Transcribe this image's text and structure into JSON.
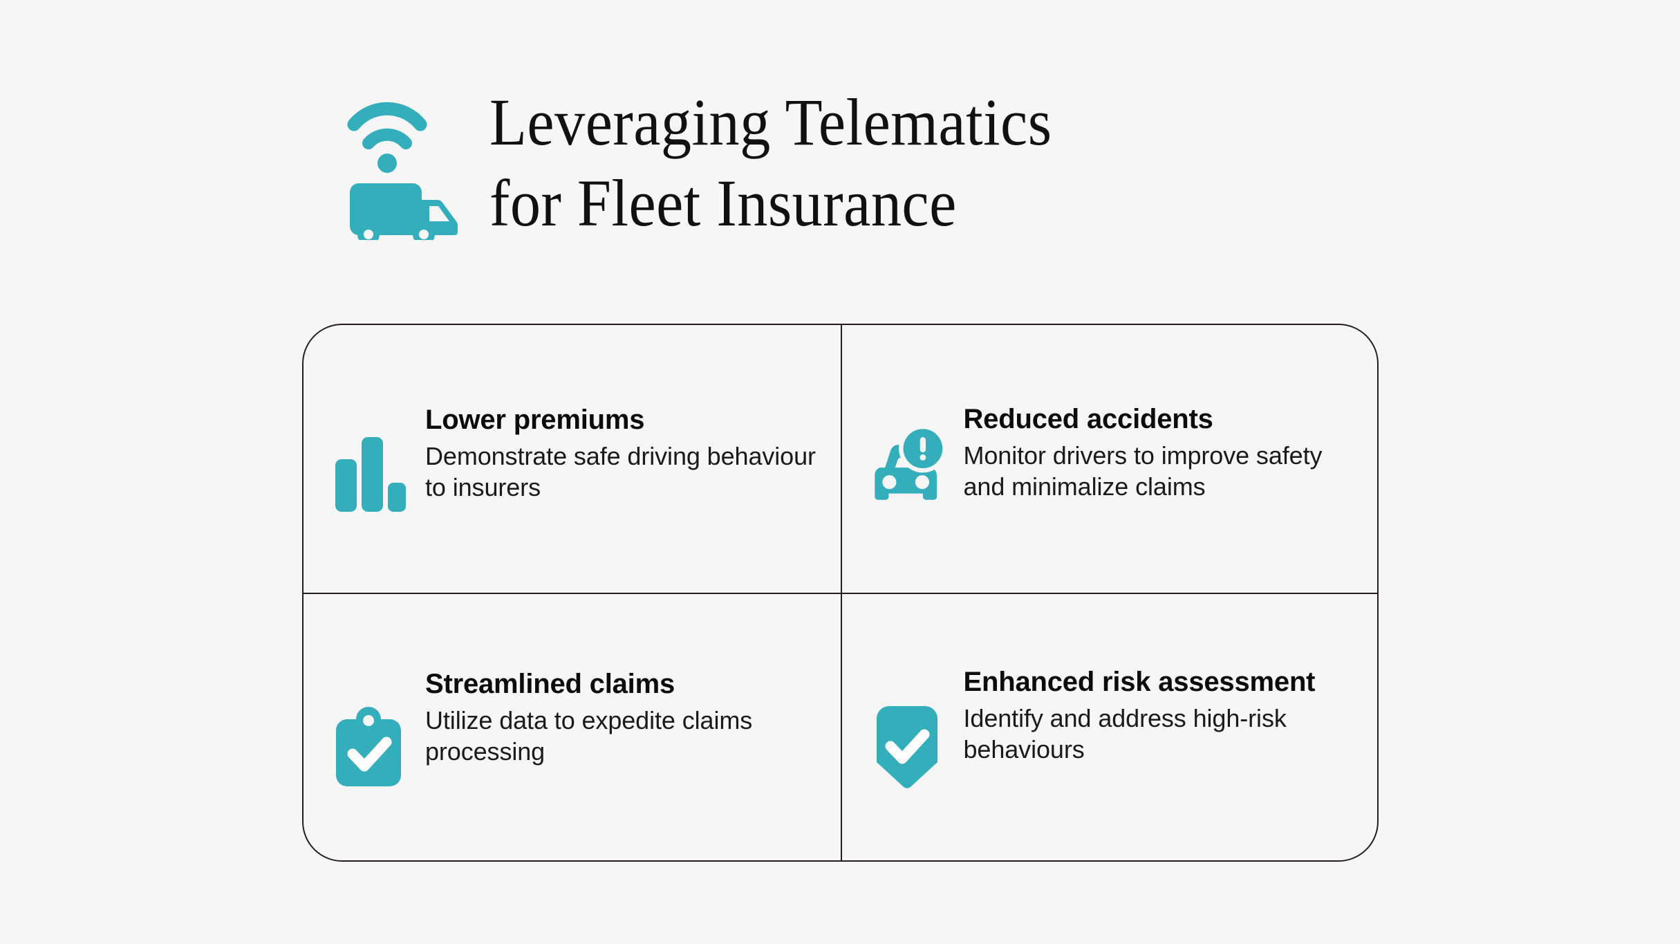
{
  "theme": {
    "background": "#f6f6f6",
    "accent": "#35aebb",
    "border": "#231f20",
    "title_color": "#111111",
    "text_color": "#1a1a1a"
  },
  "header": {
    "icon": "connected-truck-icon",
    "title_line1": "Leveraging Telematics",
    "title_line2": "for Fleet Insurance"
  },
  "cards": [
    {
      "icon": "bar-chart-icon",
      "title": "Lower premiums",
      "description": "Demonstrate safe driving behaviour to insurers"
    },
    {
      "icon": "car-alert-icon",
      "title": "Reduced accidents",
      "description": "Monitor drivers to improve safety and minimalize claims"
    },
    {
      "icon": "clipboard-check-icon",
      "title": "Streamlined claims",
      "description": "Utilize data to expedite claims processing"
    },
    {
      "icon": "shield-check-icon",
      "title": "Enhanced risk assessment",
      "description": "Identify and address high-risk behaviours"
    }
  ]
}
